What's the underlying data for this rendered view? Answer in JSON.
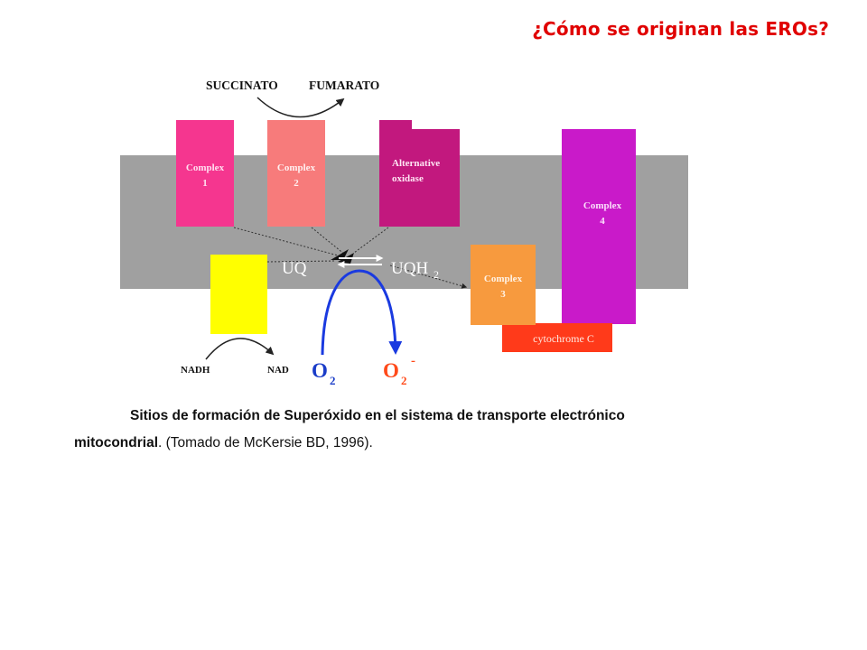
{
  "slide": {
    "title": "¿Cómo se originan las EROs?"
  },
  "diagram": {
    "substrates": {
      "succinate": "SUCCINATO",
      "fumarate": "FUMARATO",
      "nadh": "NADH",
      "nad": "NAD"
    },
    "complexes": {
      "c1": {
        "line1": "Complex",
        "line2": "1"
      },
      "c2": {
        "line1": "Complex",
        "line2": "2"
      },
      "alt": {
        "line1": "Alternative",
        "line2": "oxidase"
      },
      "c3": {
        "line1": "Complex",
        "line2": "3"
      },
      "c4": {
        "line1": "Complex",
        "line2": "4"
      }
    },
    "cytochrome": "cytochrome C",
    "quinone": {
      "uq": "UQ",
      "uqh": "UQH",
      "uqh_sub": "2"
    },
    "oxygen": {
      "o2": "O",
      "o2_sub": "2",
      "superoxide": "O",
      "superoxide_sub": "2",
      "superoxide_sup": "-"
    },
    "colors": {
      "membrane": "#a0a0a0",
      "complex1": "#f5368f",
      "complex2": "#f77b7b",
      "alt_oxidase": "#c2187e",
      "complex3": "#f79a3e",
      "complex4": "#c91ac9",
      "cytochrome": "#ff3a1a",
      "nadh_unit": "#ffff00",
      "o2_text": "#1a3cc8",
      "superoxide_text": "#ff4a1a",
      "arc_arrow": "#1a3ae0"
    }
  },
  "caption": {
    "line1_b1": "Sitios de formación de ",
    "line1_b2": "Superóxido",
    "line1_b3": " en el sistema de transporte electrónico",
    "line2_b": "mitocondrial",
    "line2_n": ". (Tomado de McKersie BD, 1996)."
  }
}
